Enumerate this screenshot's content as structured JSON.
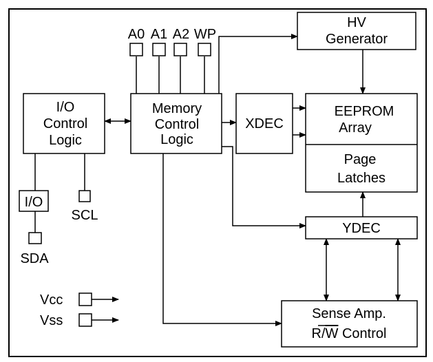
{
  "blocks": {
    "io_control": [
      "I/O",
      "Control",
      "Logic"
    ],
    "memory_control": [
      "Memory",
      "Control",
      "Logic"
    ],
    "xdec": "XDEC",
    "hv_generator": [
      "HV",
      "Generator"
    ],
    "eeprom_array": [
      "EEPROM",
      "Array"
    ],
    "page_latches": [
      "Page",
      "Latches"
    ],
    "ydec": "YDEC",
    "sense_amp": {
      "line1": "Sense Amp.",
      "line2_pre": "R/",
      "line2_overline": "W",
      "line2_post": " Control"
    },
    "io_buffer": "I/O"
  },
  "pins": {
    "a0": "A0",
    "a1": "A1",
    "a2": "A2",
    "wp": "WP",
    "scl": "SCL",
    "sda": "SDA",
    "vcc": "Vcc",
    "vss": "Vss"
  }
}
